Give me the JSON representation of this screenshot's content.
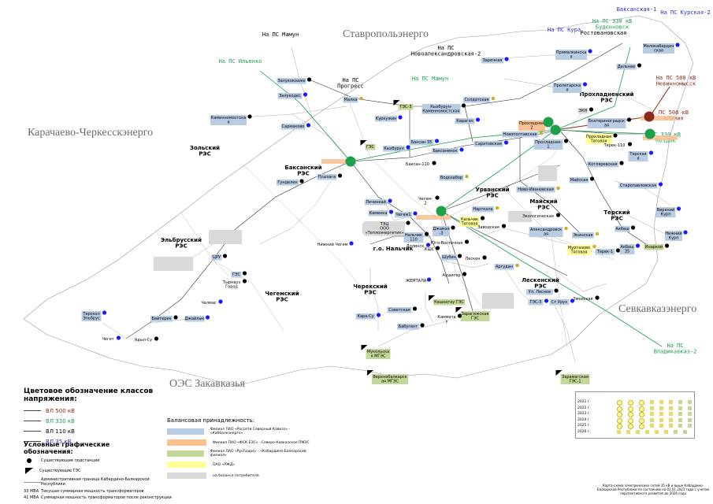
{
  "regions": {
    "stavropol": "Ставропольэнерго",
    "karachay": "Карачаево-Черкесскэнерго",
    "sevkavkaz": "Севкавказэнерго",
    "zakavkazya": "ОЭС Закавказья"
  },
  "res_names": {
    "zolsky": "Зольский\nРЭС",
    "baksan": "Баксанский\nРЭС",
    "elbrus": "Эльбрусский\nРЭС",
    "chegem": "Чегемский\nРЭС",
    "urvan": "Урванский\nРЭС",
    "prokhladny": "Прохладненский\nРЭС",
    "maysky": "Майский\nРЭС",
    "tersky": "Терский\nРЭС",
    "nalchik": "г.о. Нальчик",
    "cherek": "Черекский\nРЭС",
    "leskensky": "Лескенский\nРЭС"
  },
  "external": {
    "ps330_budennovsk": "На ПС 330 кВ\nБуденновск",
    "ps500_nevinnomyssk": "На ПС 500 кВ\nНевинномысск",
    "ps330_mozdok": "ПС 330 кВ\nМоздок",
    "ps500_alania": "ПС 500 кВ\nАлания",
    "ps_vladikavkaz2": "На ПС\nВладикавказ-2",
    "ps_ilyinka": "На ПС Ильенко",
    "ps_manych": "На ПС Мамун",
    "ps_kurskaya2": "На ПС Курская-2",
    "ps_kura": "На ПС Кура",
    "ps_manych_top": "На ПС Мамун",
    "ps_progress": "На ПС\nПрогресс",
    "ps_novoyakovlevskaya": "На ПС\nНовоалександровская-2",
    "baksanskaya2": "Баксанская-1",
    "kostovanovskaya": "Ростовановская"
  },
  "labels": {
    "zalukokoazhe": "Залукокоаже",
    "zalukodes": "Залукодес",
    "kamennomostskoe": "Каменномостска\nя",
    "sarmakovo": "Сармаково",
    "malka": "Малка",
    "kurkuzhin": "Куркужин",
    "ges3": "ГЭС-3",
    "kenzhe_kyzburun": "Кызбурун-\nКаменномостская",
    "soldatskaya": "Солдатская",
    "karagach": "Карагач",
    "zarechnaya": "Заречная",
    "primalkinskaya": "Прималкинска\nя",
    "dalneye": "Дальнее",
    "malokabardinskaya": "Малокабардин\nская",
    "proletarskaya": "Пролетарска\nя",
    "prokhladnaya2": "Прохладная\n2",
    "ekopromstroy": "ЭКН",
    "yekaterinogradskaya": "Екатериноградск\nая",
    "prokhladnaya": "Прохладная-\n1",
    "prokhladnaya_tyagovaya": "Прохладная\nТяговая",
    "tersk110": "Терек-110",
    "terskaya": "Терская\nя",
    "novopoltavskaya": "Новополтавская",
    "saratovskaya": "Саратовская",
    "baksan_ges": "ГЭС",
    "baksan35": "Баксан 35",
    "baksanenok": "Баксаненок",
    "kyzburun": "Кызбурун",
    "baksan110": "Баксан-110",
    "gundelen": "Гунделен",
    "psyhaga": "Псыхага",
    "vodozabor": "Водозабор",
    "kotlyarevskaya": "Котляревская",
    "mayskaya": "Майская",
    "novo_ivanovskaya": "Ново-Ивановская",
    "stapovskaya": "Старопавловская",
    "elbrus_ges": "ЦРУ",
    "tyrnyauz": "Тырнауз\nГород",
    "ges_elbrus2": "ГЭС",
    "chelmas": "Чалмас",
    "baytery": "Байтерек",
    "dzhaylyk": "Джайлык",
    "terskol": "Терскол\nЭльбрус",
    "cheget": "Чегет",
    "adyl_su": "Адыл-Су",
    "nalchik_tets": "ТЭЦ\nООО\n«Теплоэнергетик»",
    "nalchik110": "Нальчик\n110",
    "dolinsk": "Долинск",
    "nalchik_south": "Юго-Восточная",
    "kshs": "КШС",
    "shubin": "Шубин",
    "dzhemzhi": "Джамзи\n-3",
    "lechinkai": "Лечинкай",
    "kamenka": "Каменка",
    "chegem2": "Чегем-\n2",
    "chegem1": "Чегем1",
    "urvan_kaltekh": "Кальчик\nТяговая",
    "narkmaleka": "Нарткала",
    "zavodskaya": "Заводская",
    "ekologicheskaya": "Экологическая",
    "aleksandrovskaya": "Александровск\nая",
    "argudan": "Аргудан",
    "lesken": "Лескен",
    "zhemtala": "ЖЕМТАЛА",
    "aushiger": "Аушигер",
    "kashkhatau": "Кашхатау ГЭС",
    "zaragizh": "Зарагижская\nГЭС",
    "sovetskaya": "Советская",
    "babugent": "Бабугент",
    "kara_su": "Кара-Су",
    "kamyata": "Каммата\nу",
    "mukolbka": "Мукольска\nя МГЭС",
    "verkhnebalkarskaya": "Верхнебалкарск\nая МГЭС",
    "zaramagskaya": "Зарамагская\nГЭС-1",
    "zmeyskaya": "Змейская",
    "st_urukh": "Ст.Урух",
    "ul_lesnoe": "Ул. Лесное",
    "ekinskaya": "Экинская",
    "murtazovo": "Муртазово\nТяговая",
    "terek1": "Терек-1",
    "akbash": "Акбаш",
    "akbash35": "Акбаш\n35",
    "vkhod_kub": "Верхний\nКурп",
    "nizhny_kurp": "Нижний\nКурп",
    "inarkoy": "Инаркой",
    "nizhny_cherek": "Нижний Чегем",
    "ges_kashkatau": "ГЭС-5"
  },
  "legend": {
    "voltage_title": "Цветовое обозначение классов напряжения:",
    "v500": "ВЛ 500 кВ",
    "v330": "ВЛ 330 кВ",
    "v110": "ВЛ 110 кВ",
    "v35": "ВЛ 35 кВ",
    "symbols_title": "Условные графические\nобозначения:",
    "existing_ps": "Существующие подстанции",
    "existing_ges": "Существующие ГЭС",
    "admin_border": "Административная граница Кабардино-Балкарской\nРеспублики",
    "mva_current_val": "33 МВА",
    "mva_current": "Текущая суммарная мощность трансформаторов",
    "mva_future_val": "41 МВА",
    "mva_future": "Суммарная мощность трансформаторов после реконструкции"
  },
  "balance": {
    "title": "Балансовая принадлежность:",
    "items": [
      {
        "color": "#b8cce4",
        "label": "Филиал ПАО «Россети Северный Кавказ» - «Каббалкэнерго»"
      },
      {
        "color": "#fac090",
        "label": "Филиал ПАО «ФСК ЕЭС» - Северо-Кавказское ПМЭС"
      },
      {
        "color": "#c4d79b",
        "label": "Филиал ПАО «РусГидро» - «Кабардино-Балкарский филиал»"
      },
      {
        "color": "#ffff99",
        "label": "ОАО «РЖД»"
      },
      {
        "color": "#d9d9d9",
        "label": "на балансе потребителя"
      }
    ]
  },
  "schedule": {
    "years": [
      "2021 г.",
      "2022 г.",
      "2023 г.",
      "2024 г.",
      "2025 г.",
      "2026 г."
    ]
  },
  "footer": "Карта-схема электрических сетей 35 кВ и выше Кабардино-Балкарской Республики по состоянию на 01.01.2021 года с учетом перспективного развития до 2026 года",
  "colors": {
    "v500": "#8b2a1a",
    "v330": "#1e9e4e",
    "v110": "#000000",
    "v35": "#2a2ad6",
    "kabbalk": "#b8cce4",
    "fsk": "#fac090",
    "rusgidro": "#c4d79b",
    "rzhd": "#ffff99",
    "consumer": "#d9d9d9"
  }
}
